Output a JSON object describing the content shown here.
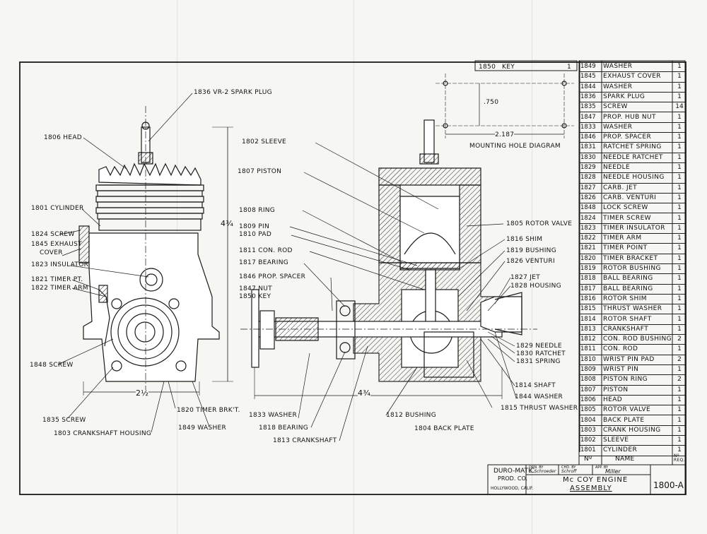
{
  "key_row": {
    "number": "1850",
    "name": "KEY",
    "qty": "1"
  },
  "parts_list": [
    {
      "no": "1849",
      "name": "WASHER",
      "qty": "1"
    },
    {
      "no": "1845",
      "name": "EXHAUST COVER",
      "qty": "1"
    },
    {
      "no": "1844",
      "name": "WASHER",
      "qty": "1"
    },
    {
      "no": "1836",
      "name": "SPARK PLUG",
      "qty": "1"
    },
    {
      "no": "1835",
      "name": "SCREW",
      "qty": "14"
    },
    {
      "no": "1847",
      "name": "PROP. HUB NUT",
      "qty": "1"
    },
    {
      "no": "1833",
      "name": "WASHER",
      "qty": "1"
    },
    {
      "no": "1846",
      "name": "PROP. SPACER",
      "qty": "1"
    },
    {
      "no": "1831",
      "name": "RATCHET SPRING",
      "qty": "1"
    },
    {
      "no": "1830",
      "name": "NEEDLE RATCHET",
      "qty": "1"
    },
    {
      "no": "1829",
      "name": "NEEDLE",
      "qty": "1"
    },
    {
      "no": "1828",
      "name": "NEEDLE HOUSING",
      "qty": "1"
    },
    {
      "no": "1827",
      "name": "CARB. JET",
      "qty": "1"
    },
    {
      "no": "1826",
      "name": "CARB. VENTURI",
      "qty": "1"
    },
    {
      "no": "1848",
      "name": "LOCK SCREW",
      "qty": "1"
    },
    {
      "no": "1824",
      "name": "TIMER SCREW",
      "qty": "1"
    },
    {
      "no": "1823",
      "name": "TIMER INSULATOR",
      "qty": "1"
    },
    {
      "no": "1822",
      "name": "TIMER ARM",
      "qty": "1"
    },
    {
      "no": "1821",
      "name": "TIMER POINT",
      "qty": "1"
    },
    {
      "no": "1820",
      "name": "TIMER BRACKET",
      "qty": "1"
    },
    {
      "no": "1819",
      "name": "ROTOR BUSHING",
      "qty": "1"
    },
    {
      "no": "1818",
      "name": "BALL BEARING",
      "qty": "1"
    },
    {
      "no": "1817",
      "name": "BALL BEARING",
      "qty": "1"
    },
    {
      "no": "1816",
      "name": "ROTOR SHIM",
      "qty": "1"
    },
    {
      "no": "1815",
      "name": "THRUST WASHER",
      "qty": "1"
    },
    {
      "no": "1814",
      "name": "ROTOR SHAFT",
      "qty": "1"
    },
    {
      "no": "1813",
      "name": "CRANKSHAFT",
      "qty": "1"
    },
    {
      "no": "1812",
      "name": "CON. ROD BUSHING",
      "qty": "2"
    },
    {
      "no": "1811",
      "name": "CON. ROD",
      "qty": "1"
    },
    {
      "no": "1810",
      "name": "WRIST PIN PAD",
      "qty": "2"
    },
    {
      "no": "1809",
      "name": "WRIST PIN",
      "qty": "1"
    },
    {
      "no": "1808",
      "name": "PISTON RING",
      "qty": "2"
    },
    {
      "no": "1807",
      "name": "PISTON",
      "qty": "1"
    },
    {
      "no": "1806",
      "name": "HEAD",
      "qty": "1"
    },
    {
      "no": "1805",
      "name": "ROTOR VALVE",
      "qty": "1"
    },
    {
      "no": "1804",
      "name": "BACK PLATE",
      "qty": "1"
    },
    {
      "no": "1803",
      "name": "CRANK HOUSING",
      "qty": "1"
    },
    {
      "no": "1802",
      "name": "SLEEVE",
      "qty": "1"
    },
    {
      "no": "1801",
      "name": "CYLINDER",
      "qty": "1"
    }
  ],
  "parts_header": {
    "no": "Nº",
    "name": "NAME",
    "qty": "Nº\nREQ."
  },
  "callouts": {
    "spark_plug": "1836  VR-2 SPARK PLUG",
    "head": "1806 HEAD",
    "cylinder": "1801 CYLINDER",
    "screw_1824": "1824  SCREW",
    "exhaust_cover_a": "1845 EXHAUST",
    "exhaust_cover_b": "COVER",
    "insulator": "1823 INSULATOR",
    "timer_pt": "1821 TIMER PT.",
    "timer_arm": "1822 TIMER ARM",
    "screw_1848": "1848 SCREW",
    "screw_1835": "1835 SCREW",
    "crankshaft_housing": "1803 CRANKSHAFT  HOUSING",
    "timer_brkt": "1820 TIMER BRK'T.",
    "washer_1849": "1849 WASHER",
    "sleeve": "1802  SLEEVE",
    "piston": "1807  PISTON",
    "ring": "1808  RING",
    "pin": "1809  PIN",
    "pad": "1810  PAD",
    "con_rod": "1811  CON. ROD",
    "bearing_1817": "1817  BEARING",
    "prop_spacer": "1846  PROP. SPACER",
    "nut": "1847  NUT",
    "key": "1850  KEY",
    "washer_1833": "1833  WASHER",
    "bearing_1818": "1818  BEARING",
    "crankshaft": "1813  CRANKSHAFT",
    "bushing": "1812  BUSHING",
    "back_plate": "1804  BACK PLATE",
    "thrust_washer": "1815  THRUST WASHER",
    "washer_1844": "1844  WASHER",
    "shaft": "1814  SHAFT",
    "spring": "1831  SPRING",
    "ratchet": "1830  RATCHET",
    "needle": "1829  NEEDLE",
    "housing": "1828  HOUSING",
    "jet": "1827  JET",
    "venturi": "1826  VENTURI",
    "bushing_1819": "1819  BUSHING",
    "shim": "1816  SHIM",
    "rotor_valve": "1805  ROTOR VALVE"
  },
  "dimensions": {
    "height": "4¾",
    "width_left": "2½",
    "length": "4¾",
    "hole_vertical": ".750",
    "hole_horizontal": "2.187",
    "mounting_caption": "MOUNTING  HOLE  DIAGRAM"
  },
  "title_block": {
    "company_a": "DURO-MATIC",
    "company_b": "PROD. CO.",
    "location": "HOLLYWOOD, CALIF.",
    "drawn_by": "DRN. BY",
    "drawn_name": "S. Schroeder",
    "checked_by": "CHD. BY",
    "checked_name": "Schroff",
    "approved_by": "APP. BY",
    "approved_name": "Miller",
    "title_a": "Mc COY  ENGINE",
    "title_b": "ASSEMBLY",
    "drawing_no": "1800-A"
  }
}
